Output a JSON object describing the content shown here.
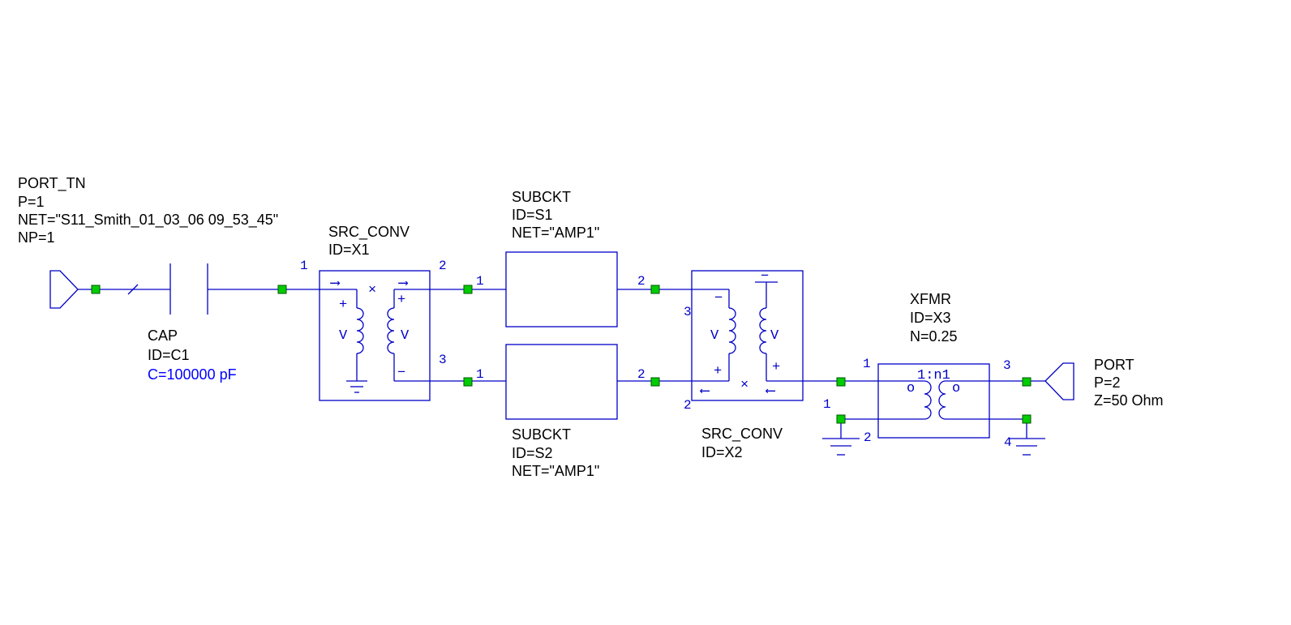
{
  "colors": {
    "wire": "#0000c8",
    "node": "#00cc00",
    "text": "#000000",
    "param": "#0000ff"
  },
  "components": {
    "port_tn": {
      "type": "PORT_TN",
      "p": "P=1",
      "net": "NET=\"S11_Smith_01_03_06 09_53_45\"",
      "np": "NP=1"
    },
    "cap": {
      "type": "CAP",
      "id": "ID=C1",
      "c": "C=100000 pF"
    },
    "src_conv_1": {
      "type": "SRC_CONV",
      "id": "ID=X1"
    },
    "subckt_1": {
      "type": "SUBCKT",
      "id": "ID=S1",
      "net": "NET=\"AMP1\""
    },
    "subckt_2": {
      "type": "SUBCKT",
      "id": "ID=S2",
      "net": "NET=\"AMP1\""
    },
    "src_conv_2": {
      "type": "SRC_CONV",
      "id": "ID=X2"
    },
    "xfmr": {
      "type": "XFMR",
      "id": "ID=X3",
      "n": "N=0.25",
      "ratio": "1:n1"
    },
    "port": {
      "type": "PORT",
      "p": "P=2",
      "z": "Z=50 Ohm"
    }
  },
  "symbols": {
    "v": "V",
    "plus": "+",
    "minus": "−",
    "cross": "×",
    "dot": "o",
    "arrow_right": "⟶",
    "arrow_left": "⟵"
  },
  "pins": {
    "p1": "1",
    "p2": "2",
    "p3": "3",
    "p4": "4"
  }
}
